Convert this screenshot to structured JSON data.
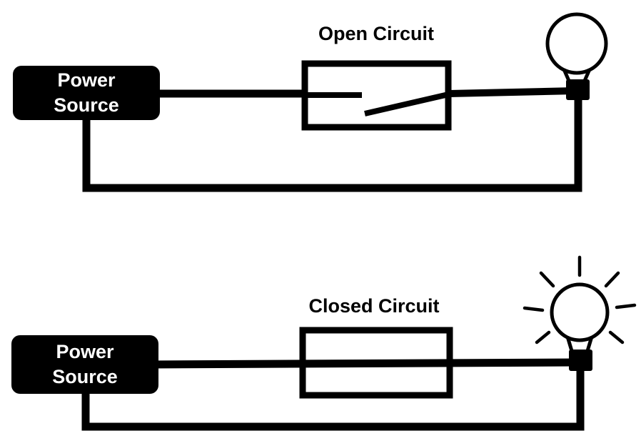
{
  "diagrams": [
    {
      "title": "Open Circuit",
      "power_source_label": "Power\nSource",
      "switch_state": "open",
      "bulb_state": "off"
    },
    {
      "title": "Closed Circuit",
      "power_source_label": "Power\nSource",
      "switch_state": "closed",
      "bulb_state": "lit"
    }
  ],
  "colors": {
    "wire": "#000000",
    "background": "#ffffff",
    "power_source_fill": "#000000",
    "power_source_text": "#ffffff"
  }
}
